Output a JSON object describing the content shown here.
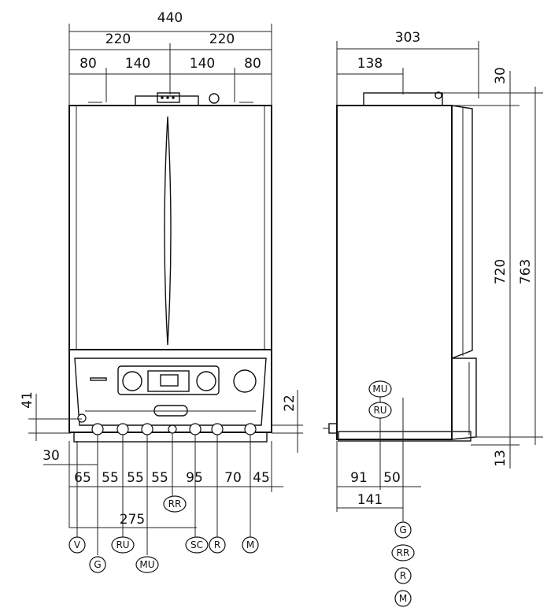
{
  "front": {
    "top_dims": [
      "440",
      "220",
      "220",
      "80",
      "140",
      "140",
      "80"
    ],
    "side_dims": [
      "41",
      "22",
      "30"
    ],
    "bottom_dims": [
      "65",
      "55",
      "55",
      "55",
      "95",
      "70",
      "45",
      "275"
    ],
    "connections": [
      "V",
      "G",
      "RU",
      "MU",
      "RR",
      "SC",
      "R",
      "M"
    ]
  },
  "side": {
    "top_dims": [
      "303",
      "138"
    ],
    "vert_dims": [
      "30",
      "720",
      "763",
      "13"
    ],
    "bottom_dims": [
      "91",
      "50",
      "141"
    ],
    "connections": [
      "MU",
      "RU",
      "G",
      "RR",
      "R",
      "M"
    ]
  }
}
